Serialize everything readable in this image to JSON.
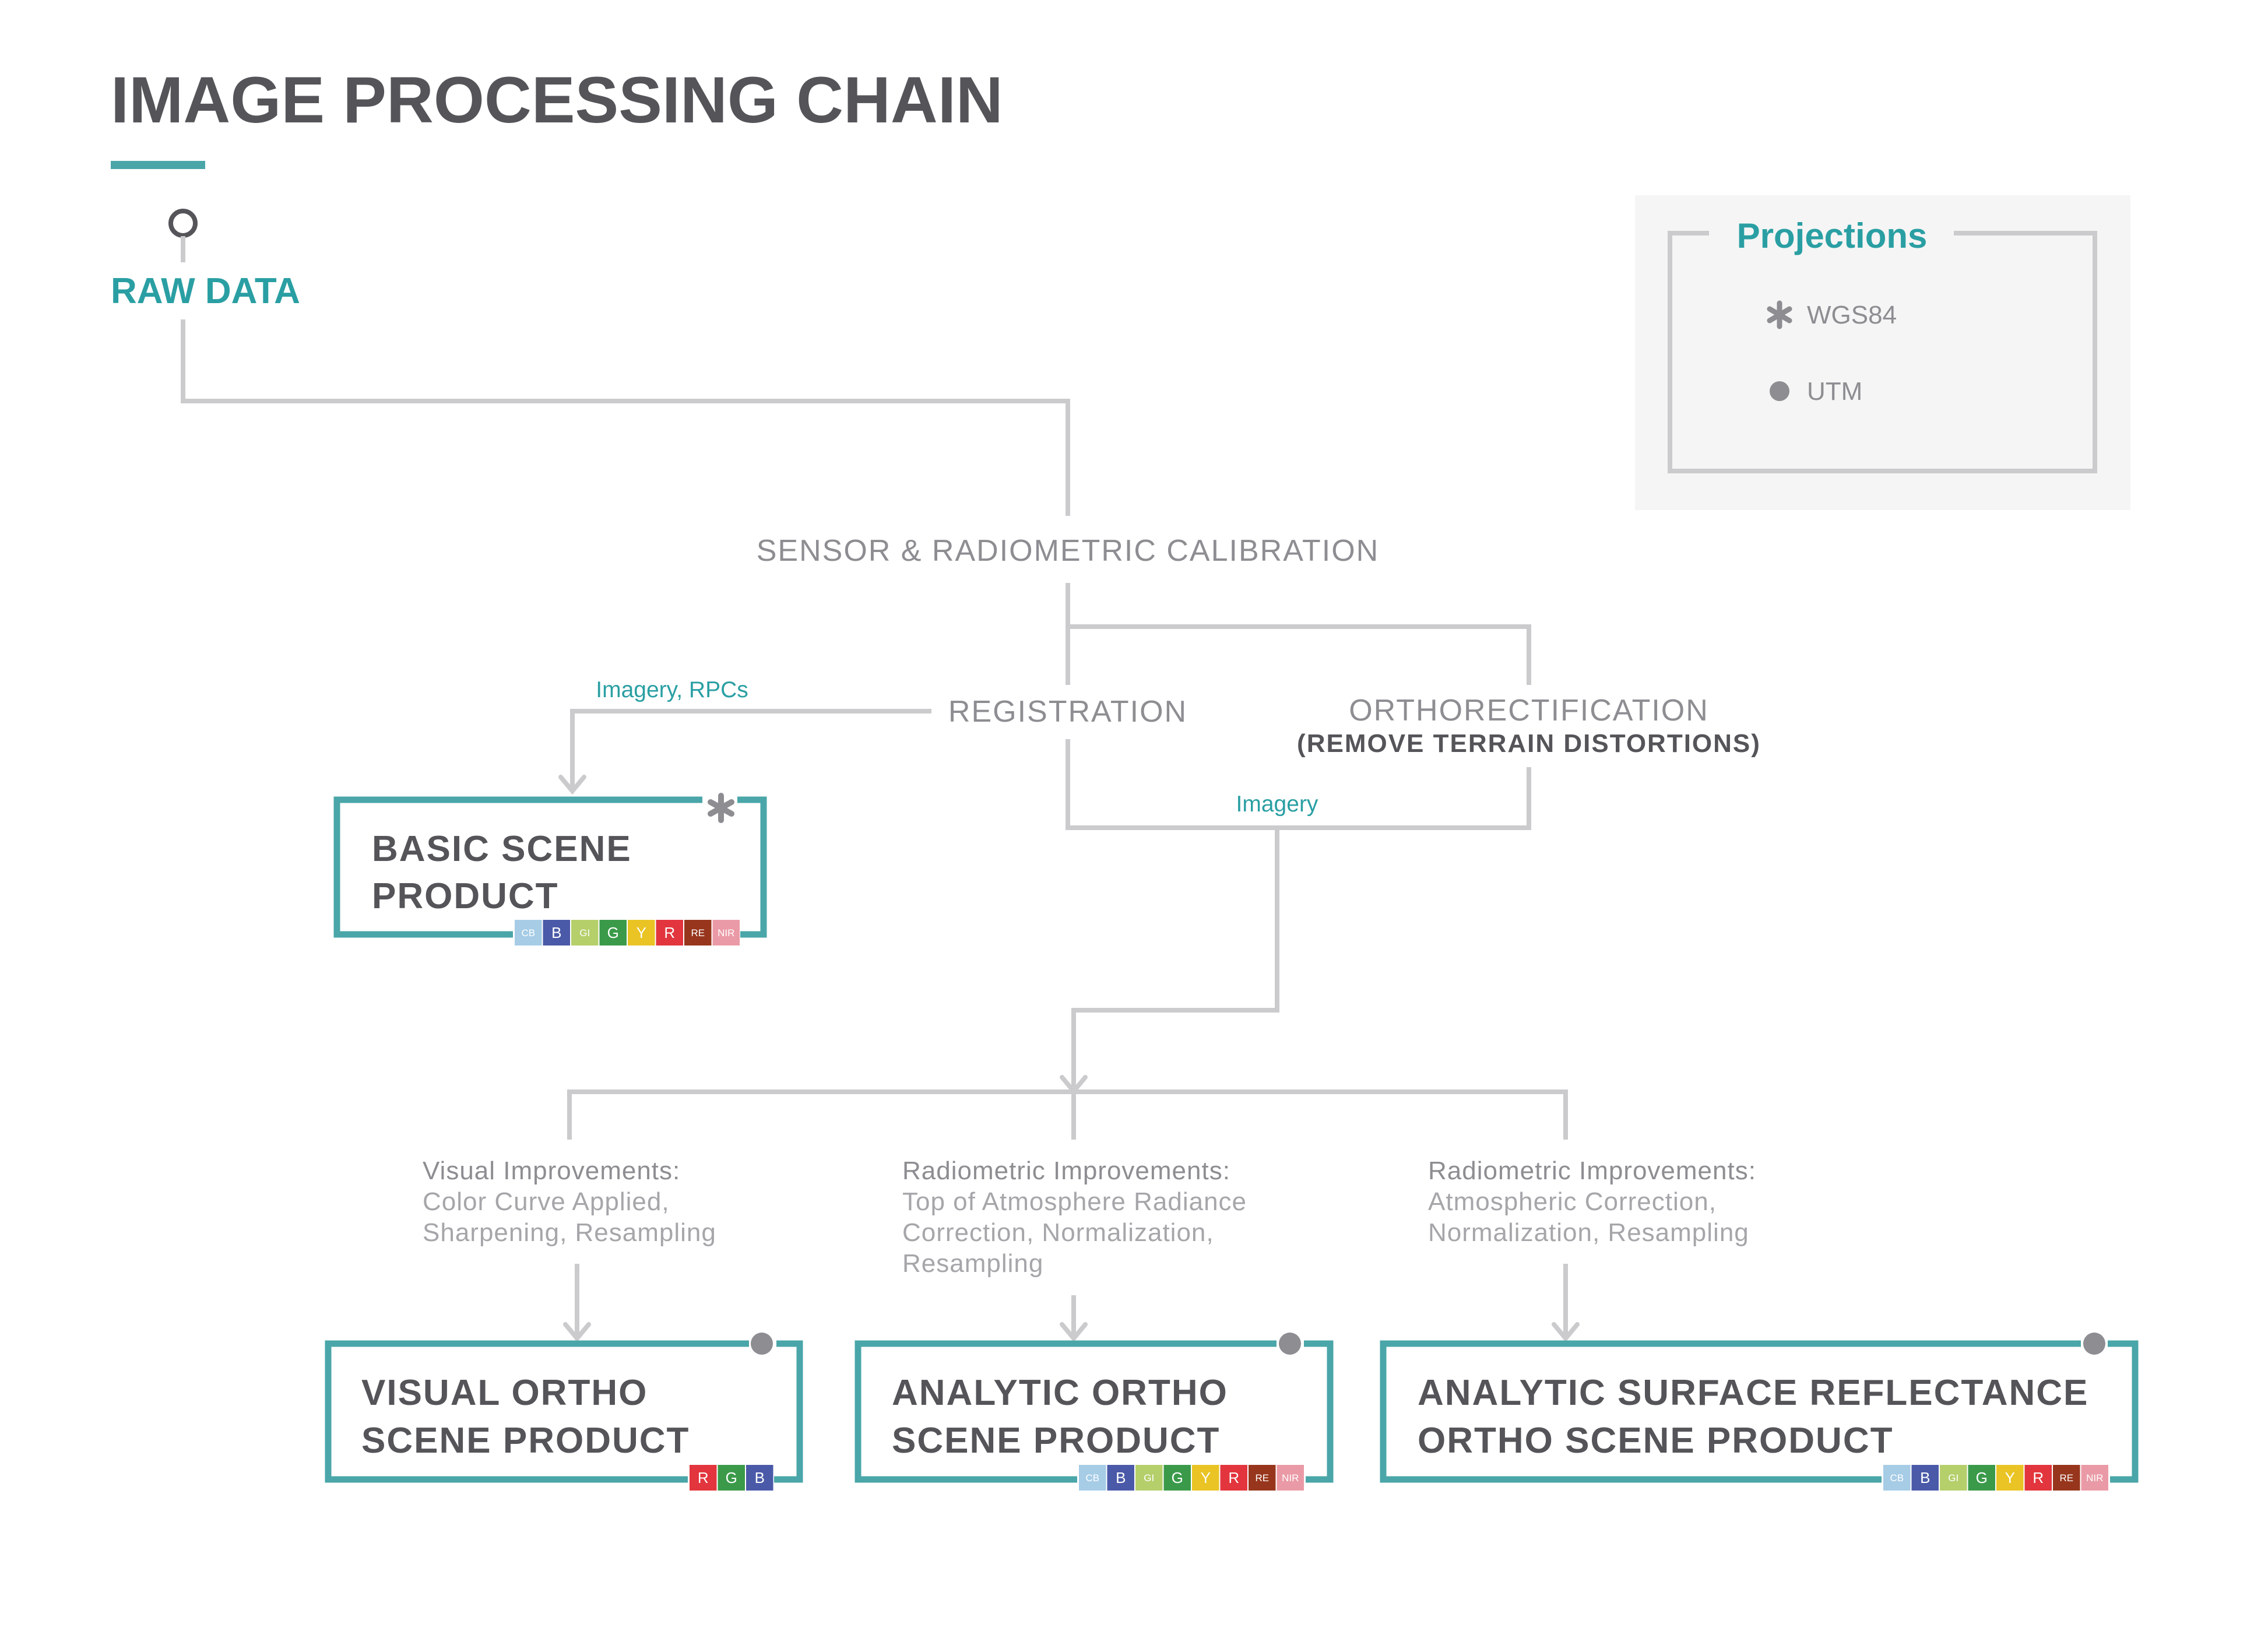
{
  "title": "IMAGE PROCESSING CHAIN",
  "raw_data_label": "RAW DATA",
  "steps": {
    "calibration": "SENSOR & RADIOMETRIC CALIBRATION",
    "registration": "REGISTRATION",
    "orthorectification": "ORTHORECTIFICATION",
    "orthorectification_sub": "(REMOVE TERRAIN DISTORTIONS)"
  },
  "flow_labels": {
    "imagery_rpcs": "Imagery, RPCs",
    "imagery": "Imagery"
  },
  "legend": {
    "title": "Projections",
    "items": [
      {
        "icon": "asterisk-icon",
        "label": "WGS84"
      },
      {
        "icon": "dot-icon",
        "label": "UTM"
      }
    ]
  },
  "improvements": [
    {
      "heading": "Visual Improvements:",
      "lines": [
        "Color Curve Applied,",
        "Sharpening, Resampling"
      ]
    },
    {
      "heading": "Radiometric Improvements:",
      "lines": [
        "Top of Atmosphere Radiance",
        "Correction, Normalization,",
        "Resampling"
      ]
    },
    {
      "heading": "Radiometric Improvements:",
      "lines": [
        "Atmospheric Correction,",
        "Normalization, Resampling"
      ]
    }
  ],
  "products": {
    "basic": {
      "line1": "BASIC SCENE",
      "line2": "PRODUCT",
      "projection": "asterisk-icon"
    },
    "visual": {
      "line1": "VISUAL ORTHO",
      "line2": "SCENE PRODUCT",
      "projection": "dot-icon"
    },
    "analytic": {
      "line1": "ANALYTIC ORTHO",
      "line2": "SCENE PRODUCT",
      "projection": "dot-icon"
    },
    "surface": {
      "line1": "ANALYTIC SURFACE REFLECTANCE",
      "line2": "ORTHO SCENE PRODUCT",
      "projection": "dot-icon"
    }
  },
  "bands": {
    "full": [
      {
        "label": "CB",
        "color": "#a6cce6"
      },
      {
        "label": "B",
        "color": "#4a5aa8"
      },
      {
        "label": "GI",
        "color": "#b5cf6b"
      },
      {
        "label": "G",
        "color": "#3a9a4a"
      },
      {
        "label": "Y",
        "color": "#e9c424"
      },
      {
        "label": "R",
        "color": "#e2353d"
      },
      {
        "label": "RE",
        "color": "#97361c"
      },
      {
        "label": "NIR",
        "color": "#ea9aa6"
      }
    ],
    "rgb": [
      {
        "label": "R",
        "color": "#e2353d"
      },
      {
        "label": "G",
        "color": "#3a9a4a"
      },
      {
        "label": "B",
        "color": "#4a5aa8"
      }
    ]
  },
  "colors": {
    "teal": "#4aa6a8",
    "teal_text": "#2a9fa3",
    "connector": "#cbcbcd",
    "dark_text": "#545459",
    "grey_text": "#8d8d92",
    "legend_bg": "#f5f5f5"
  }
}
